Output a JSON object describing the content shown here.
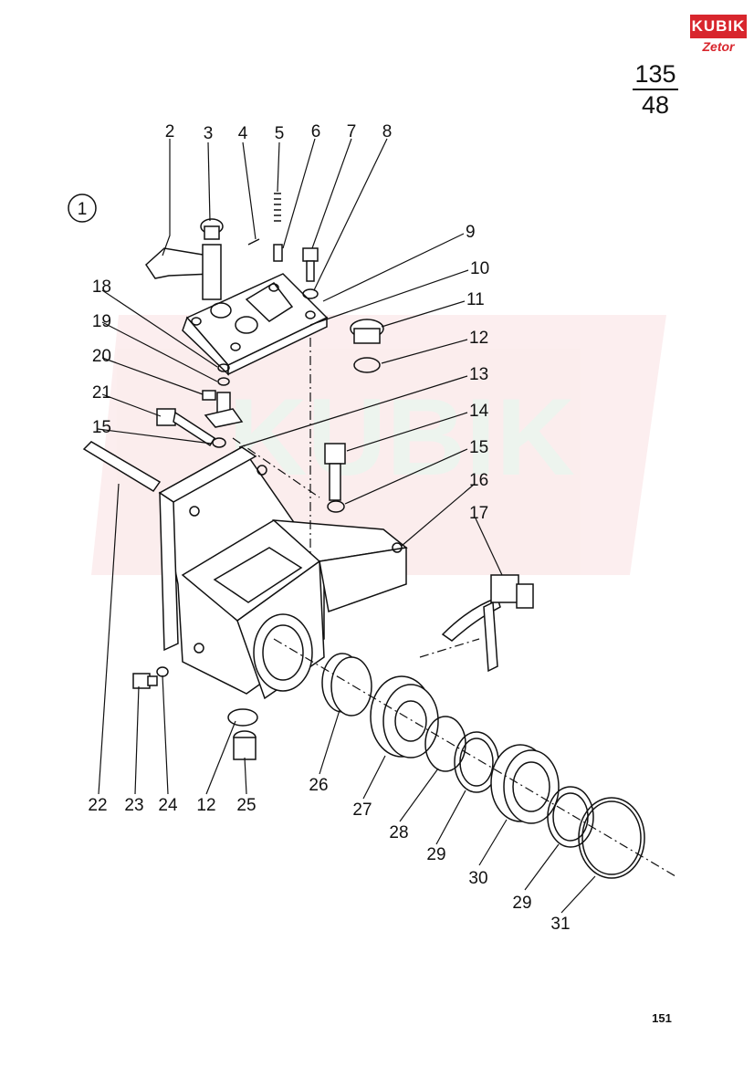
{
  "header": {
    "brand_top": "KUBIK",
    "brand_bottom": "Zetor",
    "brand_color": "#d8262d",
    "figure_numerator": "135",
    "figure_denominator": "48"
  },
  "diagram": {
    "view_label": "1",
    "watermark_text": "KUBIK",
    "parts": [
      "2",
      "3",
      "4",
      "5",
      "6",
      "7",
      "8",
      "9",
      "10",
      "11",
      "12",
      "13",
      "14",
      "15",
      "16",
      "17",
      "18",
      "19",
      "20",
      "21",
      "15",
      "22",
      "23",
      "24",
      "12",
      "25",
      "26",
      "27",
      "28",
      "29",
      "30",
      "29",
      "31"
    ]
  },
  "footer": {
    "page_number": "151"
  }
}
